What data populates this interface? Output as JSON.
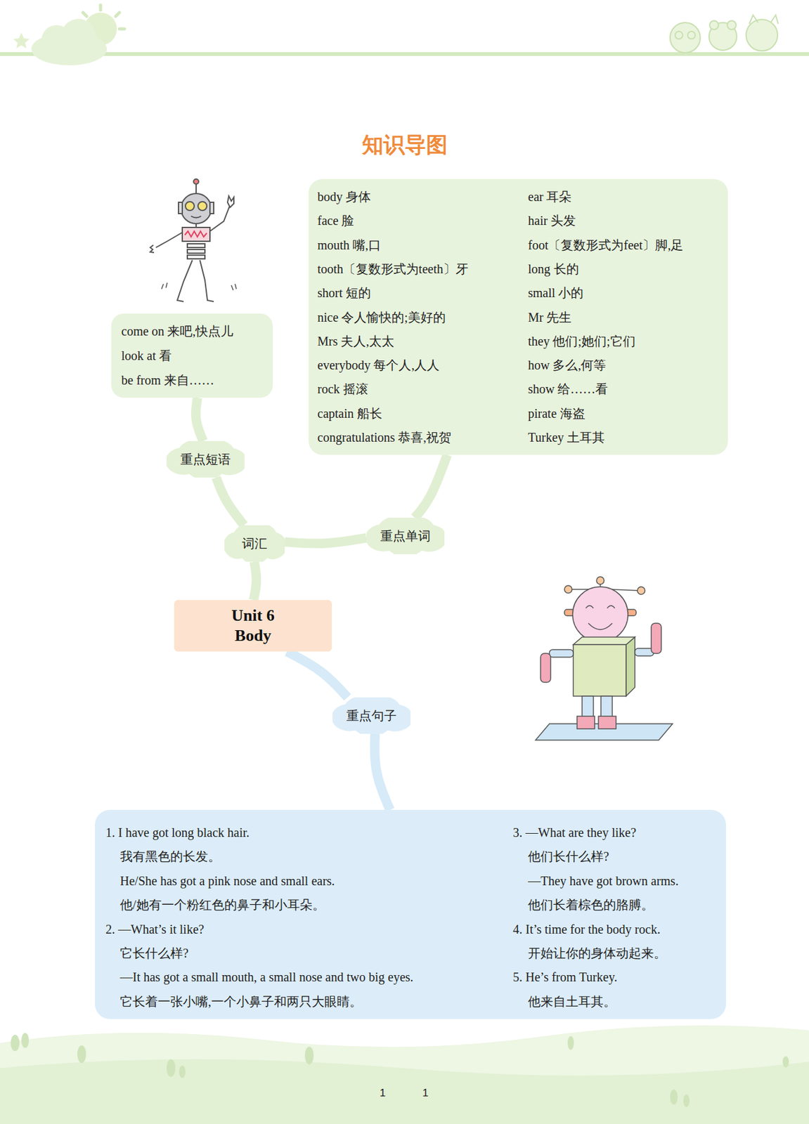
{
  "diagram": {
    "title": "知识导图",
    "nodes": [
      {
        "text": [
          "body 身体",
          "face 脸",
          "mouth 嘴,口",
          "tooth〔复数形式为teeth〕牙",
          "short 短的",
          "nice 令人愉快的;美好的",
          "Mrs 夫人,太太",
          "everybody 每个人,人人",
          "rock 摇滚",
          "captain 船长",
          "congratulations 恭喜,祝贺",
          "ear 耳朵",
          "hair 头发",
          "foot〔复数形式为feet〕脚,足",
          "long 长的",
          "small 小的",
          "Mr 先生",
          "they 他们;她们;它们",
          "how 多么,何等",
          "show 给……看",
          "pirate 海盗",
          "Turkey 土耳其"
        ]
      },
      {
        "text": [
          "come on 来吧,快点儿",
          "look at 看",
          "be from 来自……"
        ]
      },
      {
        "text": [
          "重点短语"
        ]
      },
      {
        "text": [
          "词汇"
        ]
      },
      {
        "text": [
          "重点单词"
        ]
      },
      {
        "text": [
          "Unit 6 Body"
        ]
      },
      {
        "text": [
          "重点句子"
        ]
      },
      {
        "text": [
          "1. I have got long black hair.",
          "我有黑色的长发。",
          "He/She has got a pink nose and small ears.",
          "他/她有一个粉红色的鼻子和小耳朵。",
          "2. —What’s it like?",
          "它长什么样?",
          "—It has got a small mouth, a small nose and two big eyes.",
          "它长着一张小嘴,一个小鼻子和两只大眼睛。",
          "3. —What are they like?",
          "他们长什么样?",
          "—They have got brown arms.",
          "他们长着棕色的胳膊。",
          "4. It’s time for the body rock.",
          "开始让你的身体动起来。",
          "5. He’s from Turkey.",
          "他来自土耳其。"
        ]
      }
    ],
    "edges": [
      {
        "from": 5,
        "to": 3,
        "arrow": "none"
      },
      {
        "from": 3,
        "to": 2,
        "arrow": "none"
      },
      {
        "from": 2,
        "to": 1,
        "arrow": "none"
      },
      {
        "from": 3,
        "to": 4,
        "arrow": "none"
      },
      {
        "from": 4,
        "to": 0,
        "arrow": "none"
      },
      {
        "from": 5,
        "to": 6,
        "arrow": "none"
      },
      {
        "from": 6,
        "to": 7,
        "arrow": "none"
      }
    ],
    "labels": [
      "1",
      "1"
    ]
  }
}
